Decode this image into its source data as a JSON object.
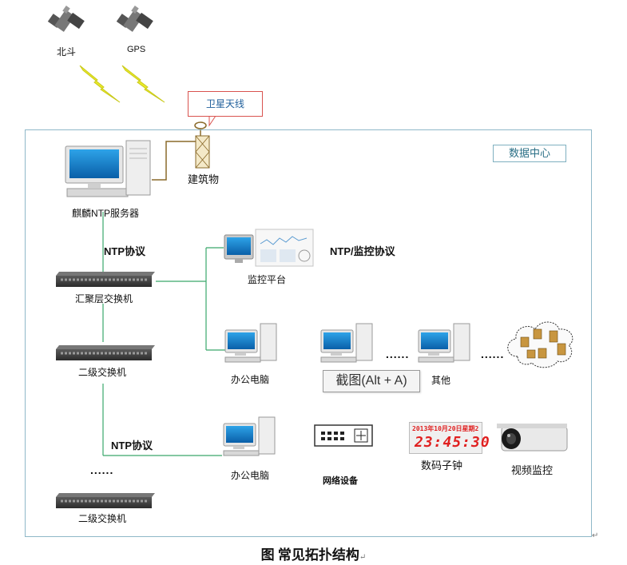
{
  "satellites": {
    "beidou": "北斗",
    "gps": "GPS"
  },
  "antenna_callout": "卫星天线",
  "datacenter_label": "数据中心",
  "building_label": "建筑物",
  "ntp_server_label": "麒麟NTP服务器",
  "ntp_protocol_label_1": "NTP协议",
  "ntp_protocol_label_2": "NTP协议",
  "ntp_monitor_protocol_label": "NTP/监控协议",
  "monitor_platform_label": "监控平台",
  "aggregation_switch_label": "汇聚层交换机",
  "secondary_switch_label_1": "二级交换机",
  "secondary_switch_label_2": "二级交换机",
  "office_pc_label_1": "办公电脑",
  "office_pc_label_2": "办公电脑",
  "other_label": "其他",
  "network_device_label": "网络设备",
  "digital_clock_label": "数码子钟",
  "video_surveillance_label": "视频监控",
  "screenshot_tooltip": "截图(Alt + A)",
  "clock_display": {
    "date": "2013年10月20日星期2",
    "time": "23:45:30"
  },
  "ellipsis": "......",
  "caption": "图  常见拓扑结构",
  "paragraph_mark": "↵",
  "colors": {
    "link_line": "#3aa86b",
    "frame": "#8fb8c8",
    "callout_border": "#d9534f",
    "clock_digits": "#e02020",
    "lightning": "#e8e824"
  }
}
